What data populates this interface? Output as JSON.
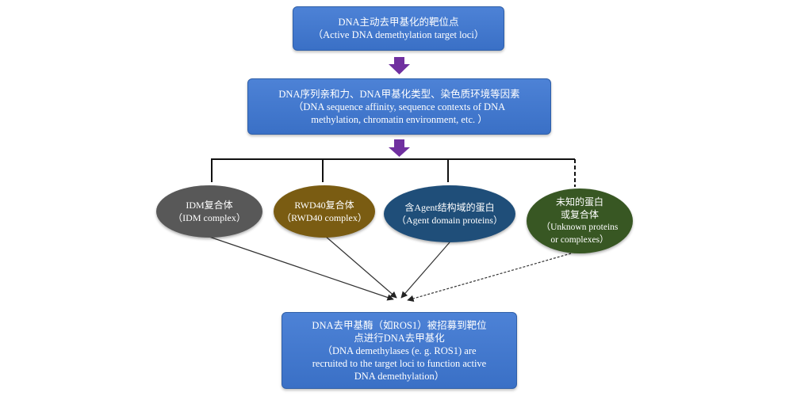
{
  "top_box": {
    "line1": "DNA主动去甲基化的靶位点",
    "line2": "（Active DNA demethylation  target loci）"
  },
  "middle_box": {
    "line1": "DNA序列亲和力、DNA甲基化类型、染色质环境等因素",
    "line2": "（DNA sequence affinity, sequence contexts of DNA",
    "line3": "methylation, chromatin environment, etc. ）"
  },
  "nodes": [
    {
      "line1": "IDM复合体",
      "line2": "（IDM complex）",
      "color": "#585858"
    },
    {
      "line1": "RWD40复合体",
      "line2": "（RWD40 complex）",
      "color": "#7a5c12"
    },
    {
      "line1": "含Agent结构域的蛋白",
      "line2": "（Agent domain proteins）",
      "color": "#1f4e79"
    },
    {
      "line1": "未知的蛋白",
      "line2": "或复合体",
      "line3": "（Unknown  proteins",
      "line4": "or complexes）",
      "color": "#385723"
    }
  ],
  "bottom_box": {
    "line1": "DNA去甲基酶（如ROS1）被招募到靶位",
    "line2": "点进行DNA去甲基化",
    "line3": "（DNA demethylases (e. g. ROS1) are",
    "line4": "recruited to the target loci to function active",
    "line5": "DNA demethylation）"
  },
  "colors": {
    "box_fill": "#4479d0",
    "arrow_purple": "#7030a0"
  }
}
